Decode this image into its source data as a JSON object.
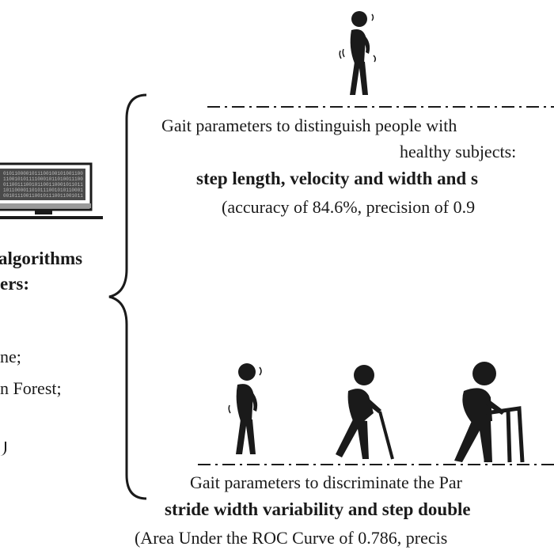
{
  "left_panel": {
    "title_line1": "algorithms",
    "title_line2": "ers:",
    "items": [
      "ne;",
      "n Forest;"
    ]
  },
  "top_section": {
    "heading_line1": "Gait parameters to distinguish people with",
    "heading_line2": "healthy subjects:",
    "parameters": "step length, velocity and width and s",
    "metrics": "(accuracy of 84.6%, precision of 0.9"
  },
  "bottom_section": {
    "heading": "Gait parameters to discriminate the Par",
    "parameters": "stride width variability and step double",
    "metrics": "(Area Under the ROC Curve of 0.786, precis"
  },
  "colors": {
    "ink": "#1a1a1a",
    "screen": "#5a5a5a",
    "background": "#ffffff"
  },
  "icons": [
    "computer-icon",
    "parkinson-figure-icon",
    "elderly-cane-figure-icon",
    "elderly-walker-figure-icon"
  ]
}
